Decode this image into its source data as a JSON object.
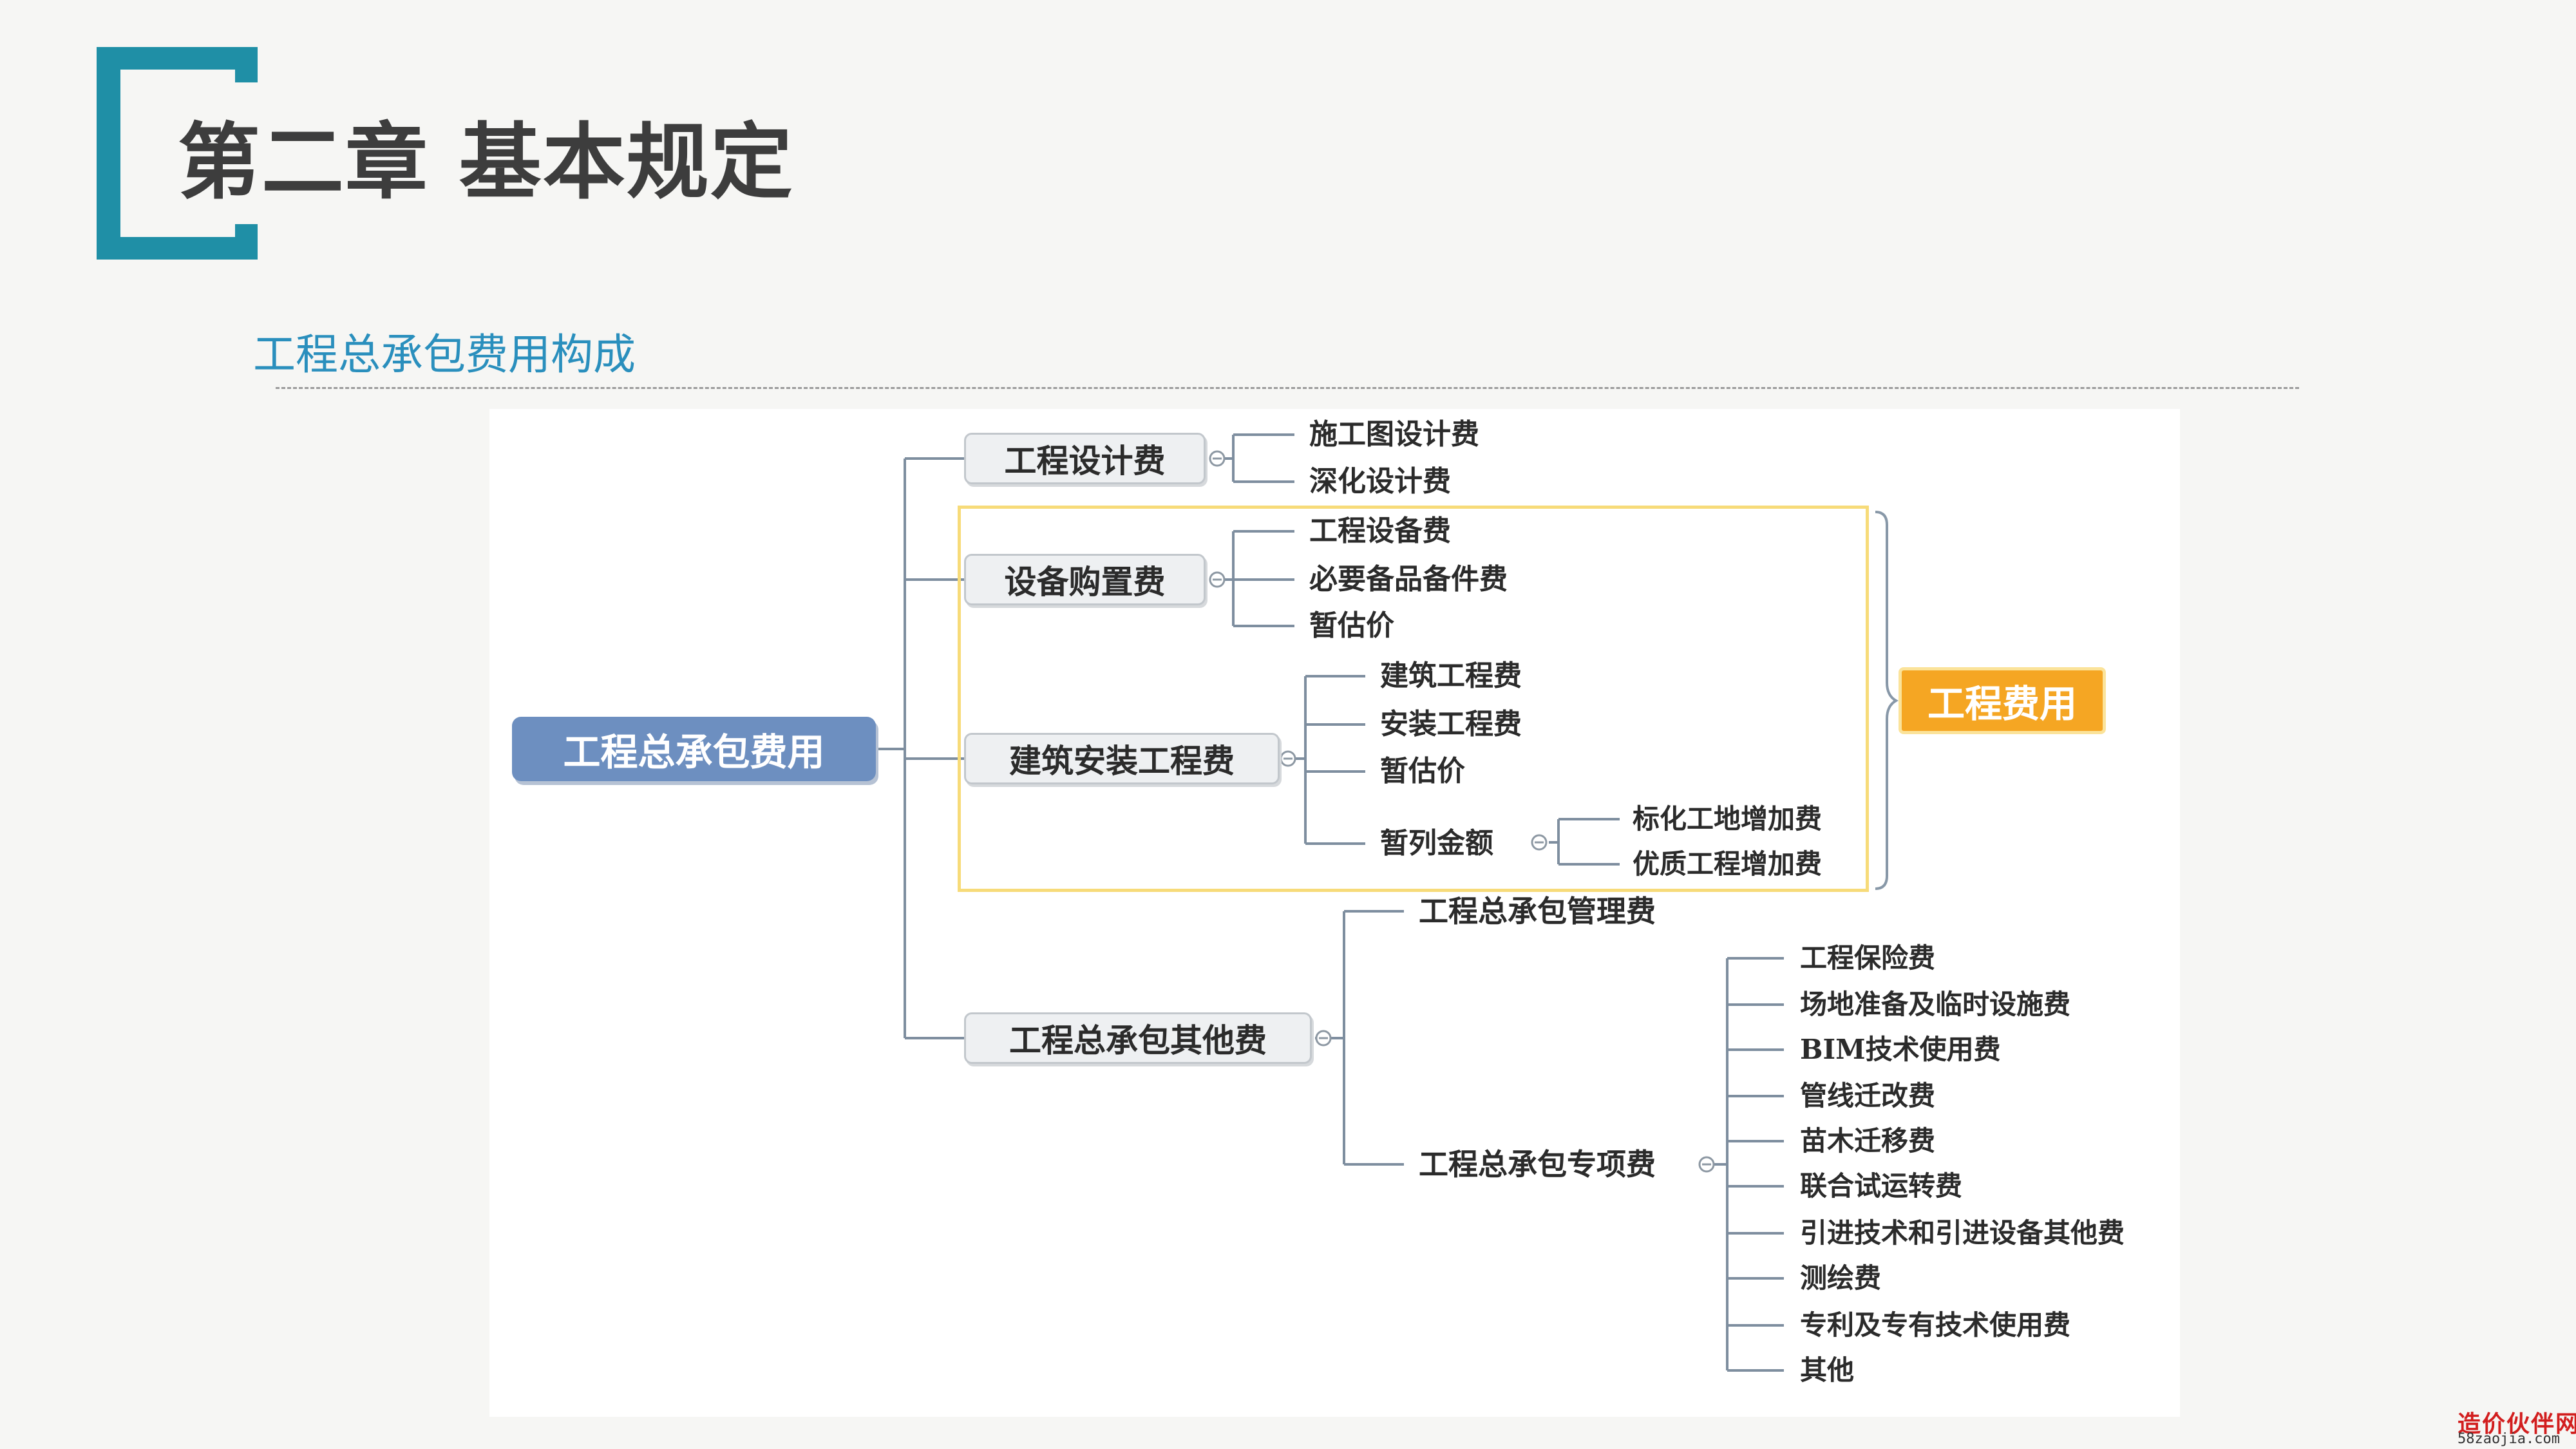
{
  "slide": {
    "title": "第二章 基本规定",
    "subtitle": "工程总承包费用构成"
  },
  "diagram": {
    "root": "工程总承包费用",
    "result": "工程费用",
    "branches": [
      {
        "label": "工程设计费",
        "items": [
          "施工图设计费",
          "深化设计费"
        ]
      },
      {
        "label": "设备购置费",
        "items": [
          "工程设备费",
          "必要备品备件费",
          "暂估价"
        ]
      },
      {
        "label": "建筑安装工程费",
        "items": [
          "建筑工程费",
          "安装工程费",
          "暂估价"
        ],
        "sub": {
          "label": "暂列金额",
          "items": [
            "标化工地增加费",
            "优质工程增加费"
          ]
        }
      },
      {
        "label": "工程总承包其他费",
        "items": [
          "工程总承包管理费"
        ],
        "sub": {
          "label": "工程总承包专项费",
          "items": [
            "工程保险费",
            "场地准备及临时设施费",
            "BIM技术使用费",
            "管线迁改费",
            "苗木迁移费",
            "联合试运转费",
            "引进技术和引进设备其他费",
            "测绘费",
            "专利及专有技术使用费",
            "其他"
          ]
        }
      }
    ]
  },
  "watermark": {
    "name": "造价伙伴网",
    "url": "58zaojia.com"
  },
  "colors": {
    "accent": "#1f8fa6",
    "subtitle": "#2a8fbd",
    "root": "#6d8fc0",
    "result": "#f5a623",
    "frame": "#f7db79"
  }
}
